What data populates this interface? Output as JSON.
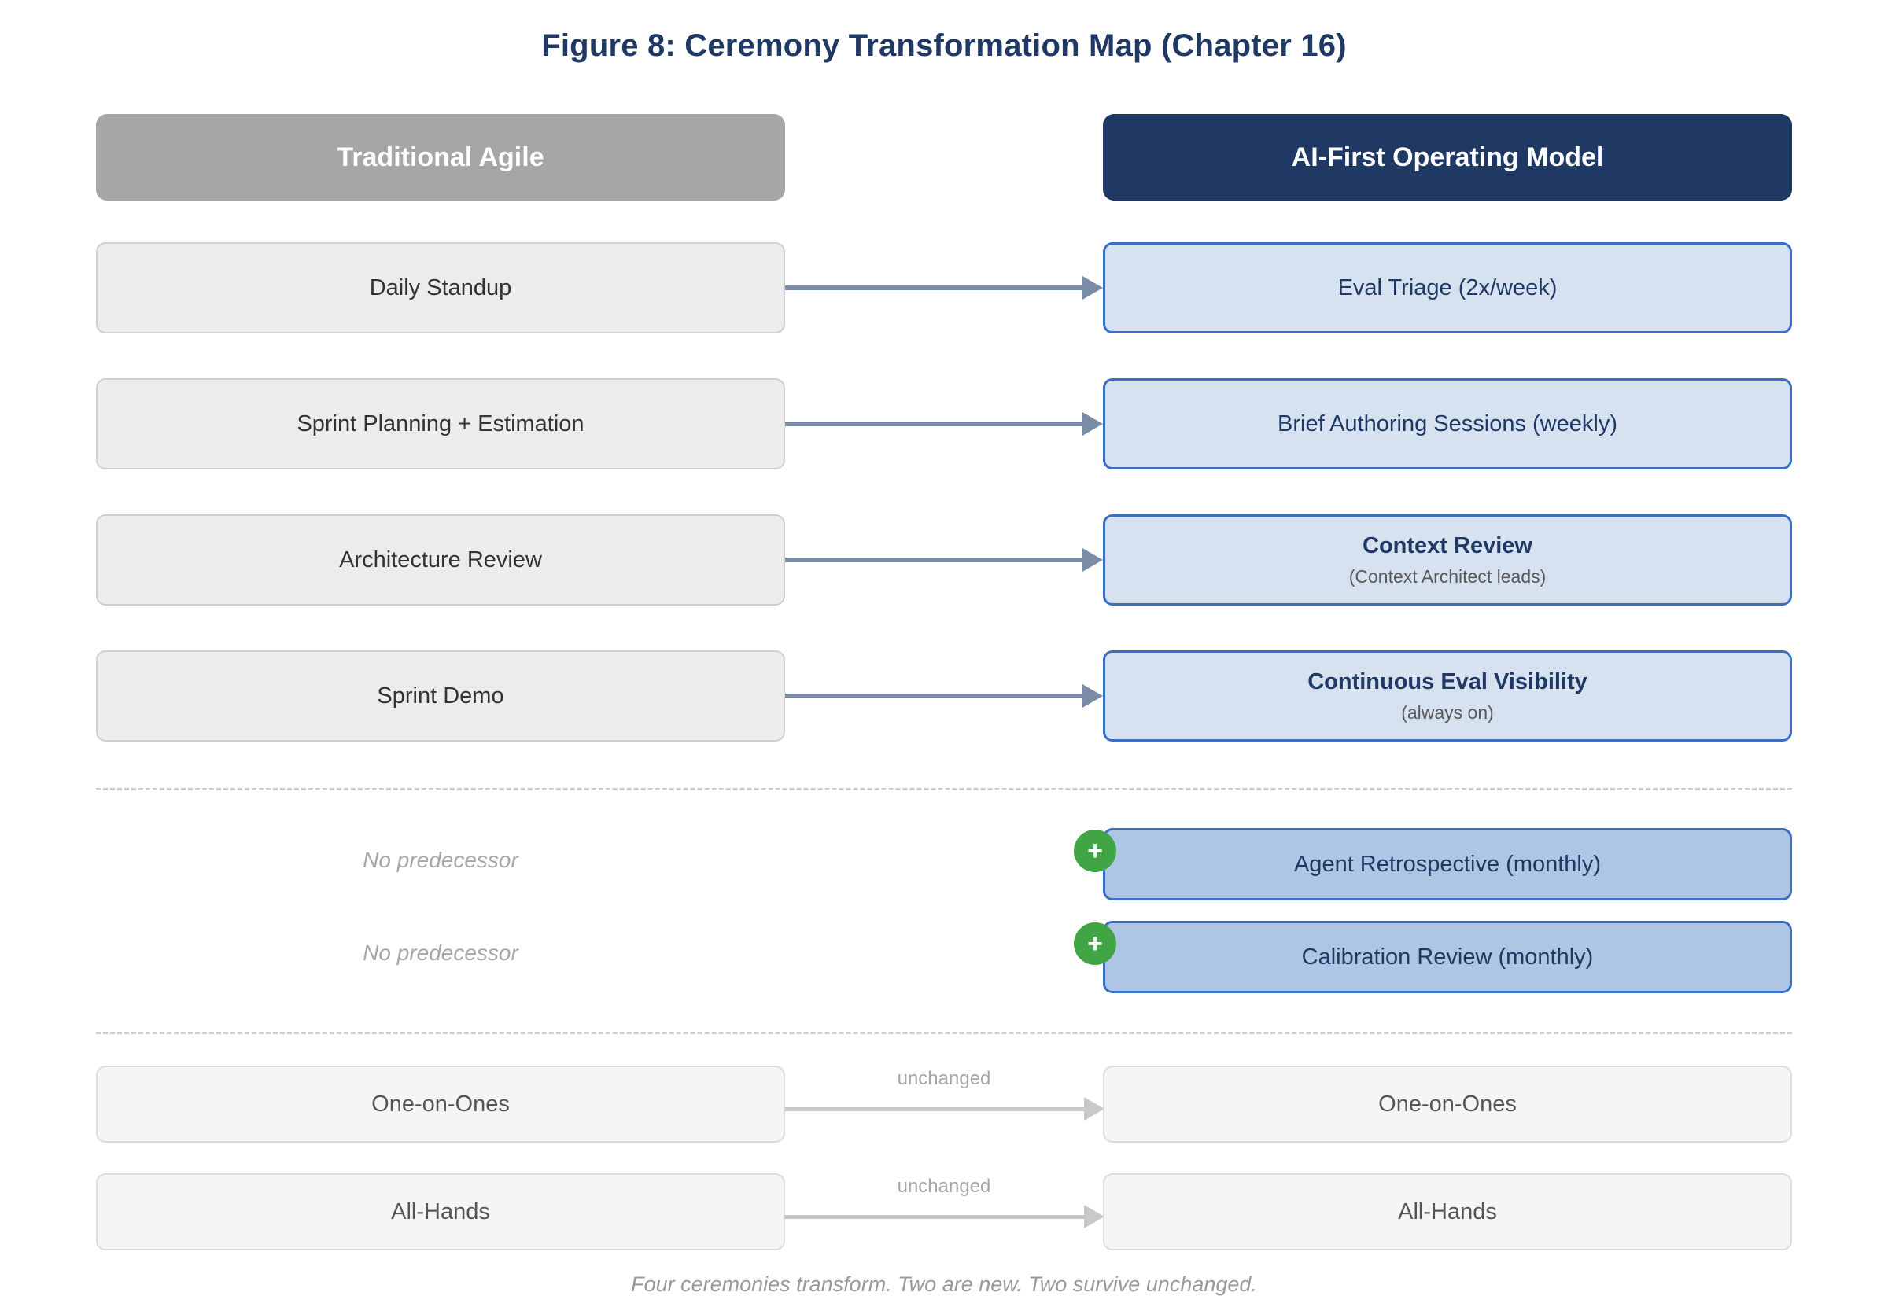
{
  "figure": {
    "title": "Figure 8: Ceremony Transformation Map (Chapter 16)",
    "footer_note": "Four ceremonies transform. Two are new. Two survive unchanged."
  },
  "columns": {
    "left_header": "Traditional Agile",
    "right_header": "AI-First Operating Model"
  },
  "colors": {
    "left_header_bg": "#a6a6a6",
    "right_header_bg": "#1f3864",
    "traditional_box_bg": "#ececec",
    "traditional_box_border": "#cfcfcf",
    "ai_box_bg": "#d6e2f0",
    "ai_box_border": "#3b6fc4",
    "new_box_bg": "#aec5e3",
    "unchanged_box_bg": "#f5f5f5",
    "unchanged_box_border": "#dcdcdc",
    "arrow": "#7b8da6",
    "arrow_unchanged": "#c9c9c9",
    "plus_badge": "#41a546",
    "title_text": "#1f3864",
    "muted_text": "#a6a6a6"
  },
  "transformed_rows": [
    {
      "left": "Daily Standup",
      "right_main": "Eval Triage (2x/week)",
      "right_sub": ""
    },
    {
      "left": "Sprint Planning + Estimation",
      "right_main": "Brief Authoring Sessions (weekly)",
      "right_sub": ""
    },
    {
      "left": "Architecture Review",
      "right_main": "Context Review",
      "right_sub": "(Context Architect leads)"
    },
    {
      "left": "Sprint Demo",
      "right_main": "Continuous Eval Visibility",
      "right_sub": "(always on)"
    }
  ],
  "new_rows": [
    {
      "left": "No predecessor",
      "badge": "+",
      "right_main": "Agent Retrospective (monthly)"
    },
    {
      "left": "No predecessor",
      "badge": "+",
      "right_main": "Calibration Review (monthly)"
    }
  ],
  "unchanged_rows": [
    {
      "left": "One-on-Ones",
      "arrow_label": "unchanged",
      "right": "One-on-Ones"
    },
    {
      "left": "All-Hands",
      "arrow_label": "unchanged",
      "right": "All-Hands"
    }
  ]
}
